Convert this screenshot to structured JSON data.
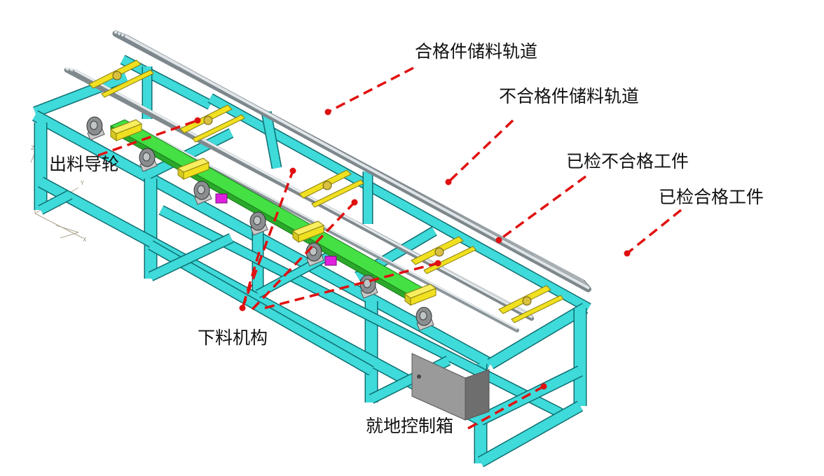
{
  "labels": {
    "qualified_rail": "合格件储料轨道",
    "unqualified_rail": "不合格件储料轨道",
    "inspected_unqualified": "已检不合格工件",
    "inspected_qualified": "已检合格工件",
    "discharge_guide_wheel": "出料导轮",
    "unloading_mechanism": "下料机构",
    "local_control_box": "就地控制箱"
  },
  "axis_triad": {
    "z": "Z",
    "y": "Y",
    "x": "X"
  },
  "colors": {
    "frame": "#3fdada",
    "frame_edge": "#0e6e70",
    "beam": "#33dd33",
    "bracket": "#f0e020",
    "rail": "#b8c2c6",
    "box": "#9a9a9a",
    "magenta": "#e020e0",
    "leader": "#e01010"
  }
}
